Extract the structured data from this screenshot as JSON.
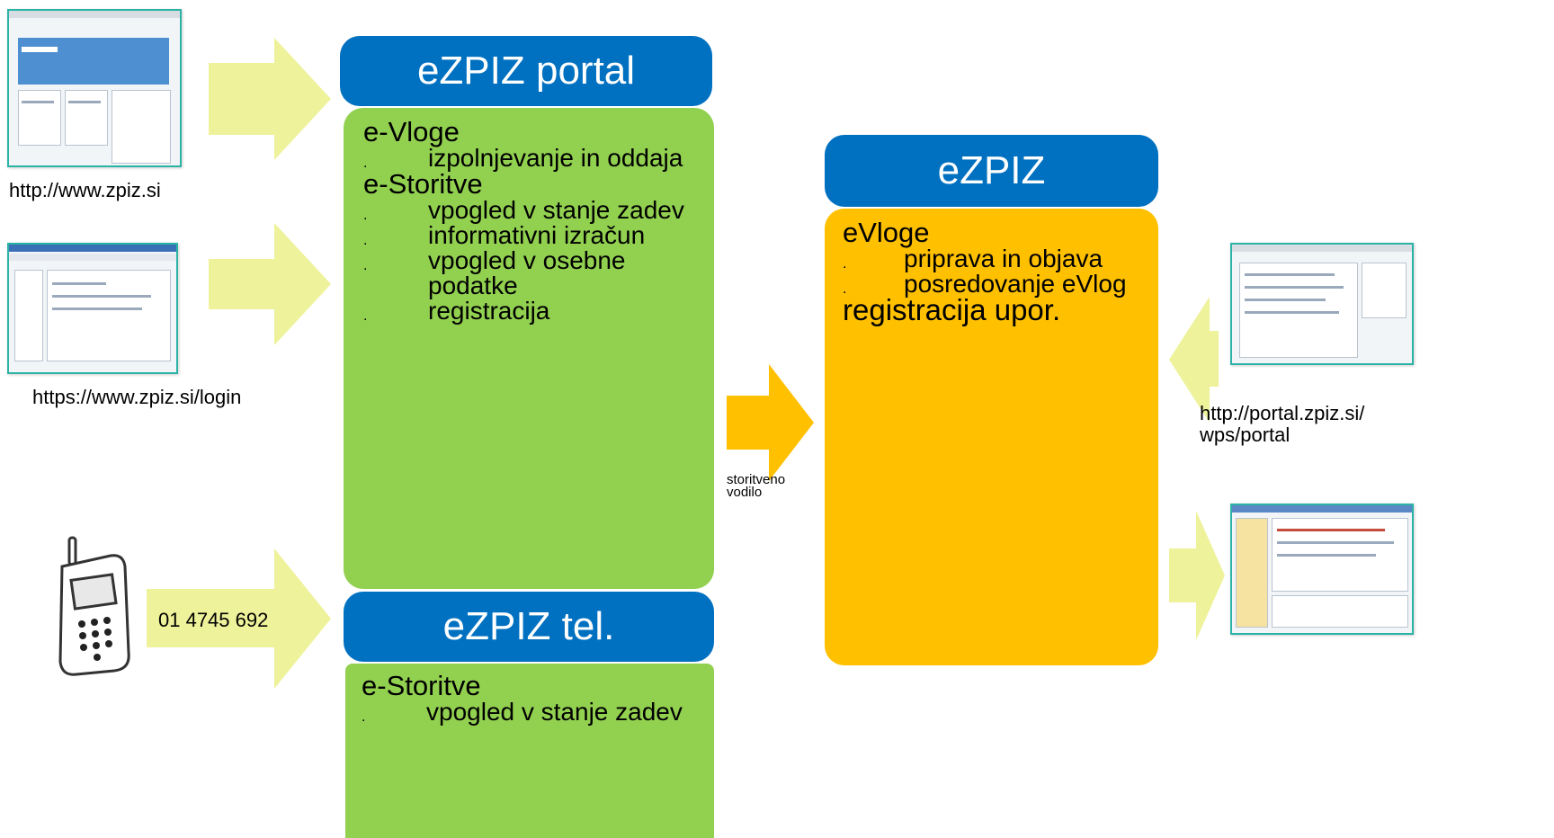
{
  "portal": {
    "header": "eZPIZ portal",
    "sections": [
      {
        "title": "e-Vloge",
        "items": [
          "izpolnjevanje in oddaja"
        ]
      },
      {
        "title": "e-Storitve",
        "items": [
          "vpogled v stanje zadev",
          "informativni izračun",
          "vpogled v osebne podatke",
          "registracija"
        ]
      }
    ]
  },
  "tel": {
    "header": "eZPIZ tel.",
    "sections": [
      {
        "title": "e-Storitve",
        "items": [
          "vpogled v stanje zadev"
        ]
      }
    ]
  },
  "ezpiz": {
    "header": "eZPIZ",
    "title": "eVloge",
    "items": [
      "priprava in objava",
      "posredovanje eVlog"
    ],
    "footer": "registracija upor."
  },
  "links": {
    "zpiz": "http://www.zpiz.si",
    "login": "https://www.zpiz.si/login",
    "phone": "01 4745 692",
    "portal_line1": "http://portal.zpiz.si/",
    "portal_line2": "wps/portal"
  },
  "middle_caption": {
    "line1": "storitveno",
    "line2": "vodilo"
  },
  "icons": [
    "website-screenshot-icon",
    "login-screenshot-icon",
    "mobile-phone-icon",
    "portal-screenshot-icon",
    "application-screenshot-icon"
  ],
  "colors": {
    "header_blue": "#0070C0",
    "box_green": "#92D050",
    "box_orange": "#FFC000",
    "arrow_yellow": "#EEF29A",
    "arrow_orange": "#FFC000"
  }
}
